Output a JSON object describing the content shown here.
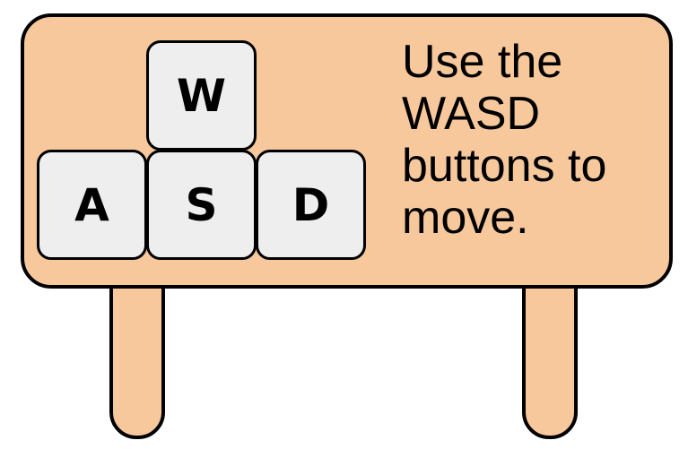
{
  "sign": {
    "keys": {
      "w": "W",
      "a": "A",
      "s": "S",
      "d": "D"
    },
    "instruction_lines": [
      "Use the",
      "WASD",
      "buttons to",
      "move."
    ]
  },
  "colors": {
    "board": "#f7c89c",
    "key": "#eeeeee",
    "outline": "#000000"
  }
}
